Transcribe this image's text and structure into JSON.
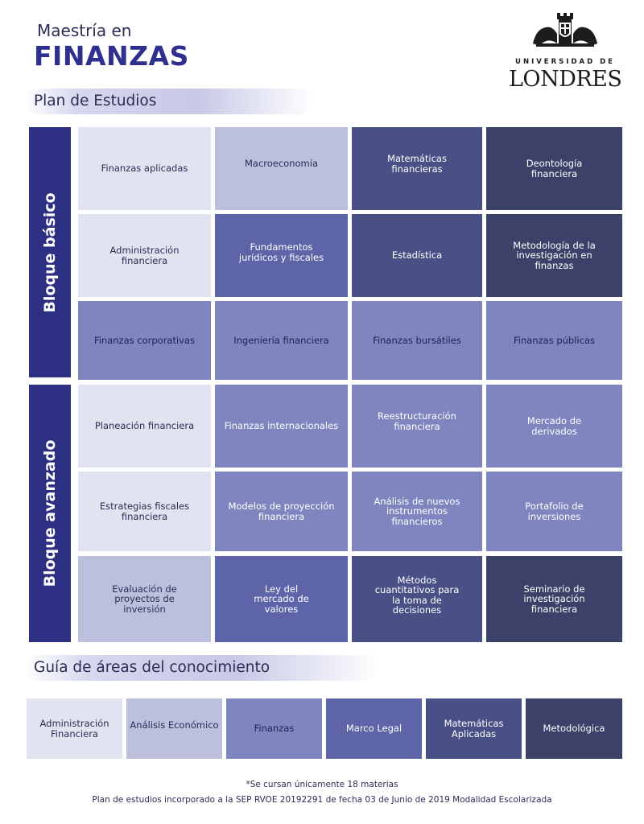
{
  "header": {
    "subtitle": "Maestría en",
    "title": "FINANZAS"
  },
  "logo": {
    "line1": "UNIVERSIDAD DE",
    "line2": "LONDRES"
  },
  "plan_heading": "Plan de Estudios",
  "blocks": {
    "basic_label": "Bloque básico",
    "advanced_label": "Bloque avanzado"
  },
  "grid": [
    [
      "Finanzas aplicadas",
      "Macroeconomía",
      "Matemáticas financieras",
      "Deontología financiera"
    ],
    [
      "Administración financiera",
      "Fundamentos jurídicos y fiscales",
      "Estadística",
      "Metodología de la investigación en finanzas"
    ],
    [
      "Finanzas corporativas",
      "Ingeniería financiera",
      "Finanzas bursátiles",
      "Finanzas públicas"
    ],
    [
      "Planeación financiera",
      "Finanzas internacionales",
      "Reestructuración financiera",
      "Mercado de derivados"
    ],
    [
      "Estrategias fiscales financiera",
      "Modelos de proyección financiera",
      "Análisis de nuevos instrumentos financieros",
      "Portafolio de inversiones"
    ],
    [
      "Evaluación de proyectos de inversión",
      "Ley del mercado de valores",
      "Métodos cuantitativos para la toma de decisiones",
      "Seminario de investigación financiera"
    ]
  ],
  "guide_heading": "Guía de áreas del conocimiento",
  "areas": [
    "Administración Financiera",
    "Análisis Económico",
    "Finanzas",
    "Marco Legal",
    "Matemáticas Aplicadas",
    "Metodológica"
  ],
  "colors": {
    "administracion": "#e1e3f0",
    "analisis": "#bcc0dd",
    "finanzas": "#7f86bf",
    "marco_legal": "#5d65a8",
    "matematicas": "#495086",
    "metodologica": "#3b4168",
    "block_label": "#2c2f82",
    "title": "#2f2f8f"
  },
  "footer": {
    "note": "*Se cursan únicamente 18 materias",
    "legal": "Plan de estudios incorporado a la SEP RVOE 20192291 de fecha 03 de Junio de 2019 Modalidad Escolarizada"
  }
}
